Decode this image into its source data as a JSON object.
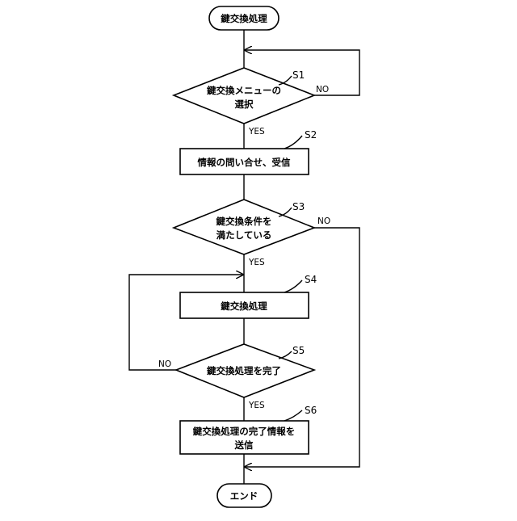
{
  "nodes": {
    "start": {
      "label": "鍵交換処理"
    },
    "s1": {
      "step": "S1",
      "line1": "鍵交換メニューの",
      "line2": "選択"
    },
    "s2": {
      "step": "S2",
      "label": "情報の問い合せ、受信"
    },
    "s3": {
      "step": "S3",
      "line1": "鍵交換条件を",
      "line2": "満たしている"
    },
    "s4": {
      "step": "S4",
      "label": "鍵交換処理"
    },
    "s5": {
      "step": "S5",
      "label": "鍵交換処理を完了"
    },
    "s6": {
      "step": "S6",
      "line1": "鍵交換処理の完了情報を",
      "line2": "送信"
    },
    "end": {
      "label": "エンド"
    }
  },
  "branches": {
    "s1_yes": "YES",
    "s1_no": "NO",
    "s3_yes": "YES",
    "s3_no": "NO",
    "s5_yes": "YES",
    "s5_no": "NO"
  }
}
